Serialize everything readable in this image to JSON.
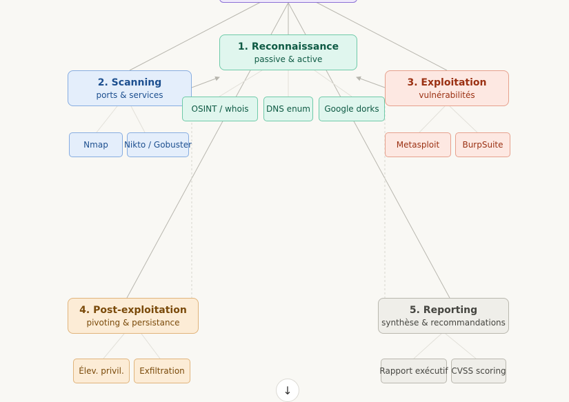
{
  "phases": {
    "recon": {
      "title": "1. Reconnaissance",
      "subtitle": "passive & active"
    },
    "scan": {
      "title": "2. Scanning",
      "subtitle": "ports & services"
    },
    "exploit": {
      "title": "3. Exploitation",
      "subtitle": "vulnérabilités"
    },
    "post": {
      "title": "4. Post-exploitation",
      "subtitle": "pivoting & persistance"
    },
    "report": {
      "title": "5. Reporting",
      "subtitle": "synthèse & recommandations"
    }
  },
  "tools": {
    "recon": [
      "OSINT / whois",
      "DNS enum",
      "Google dorks"
    ],
    "scan": [
      "Nmap",
      "Nikto / Gobuster"
    ],
    "exploit": [
      "Metasploit",
      "BurpSuite"
    ],
    "post": [
      "Élev. privil.",
      "Exfiltration"
    ],
    "report": [
      "Rapport exécutif",
      "CVSS scoring"
    ]
  },
  "colors": {
    "recon": "#6ecaa8",
    "scan": "#86ace0",
    "exploit": "#e6a08c",
    "post": "#e0b37a",
    "report": "#b9b7ae",
    "root": "#8b6fd6",
    "edge": "#b8b6ae"
  },
  "scroll_button": {
    "icon": "arrow-down-icon",
    "glyph": "↓"
  }
}
